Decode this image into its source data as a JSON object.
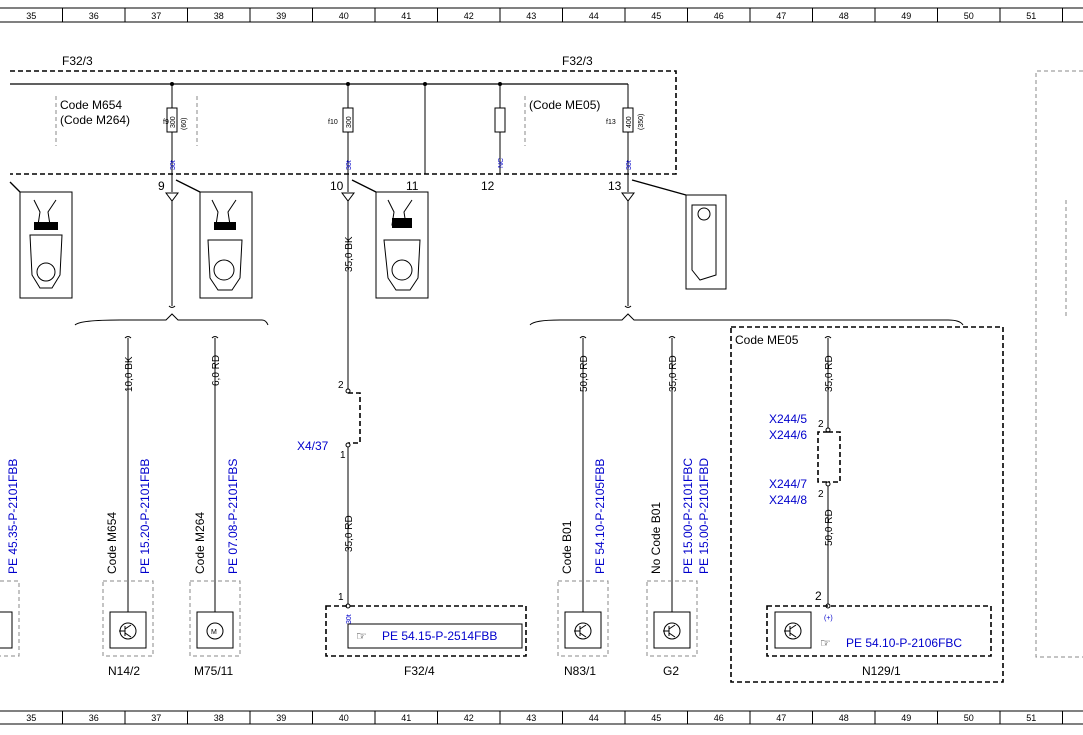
{
  "ruler": [
    "35",
    "36",
    "37",
    "38",
    "39",
    "40",
    "41",
    "42",
    "43",
    "44",
    "45",
    "46",
    "47",
    "48",
    "49",
    "50",
    "51"
  ],
  "fuse_box": {
    "label_left": "F32/3",
    "label_right": "F32/3",
    "code_left_1": "Code M654",
    "code_left_2": "(Code M264)",
    "code_right": "(Code ME05)"
  },
  "fuses": [
    {
      "name": "f9",
      "rating": "300",
      "alt": "(60)",
      "term": "30t"
    },
    {
      "name": "f10",
      "rating": "300",
      "term": "30t"
    },
    {
      "name": "f13",
      "rating": "400",
      "alt": "(350)",
      "term": "30t"
    }
  ],
  "nc_label": "NC",
  "pins": [
    "9",
    "10",
    "11",
    "12",
    "13"
  ],
  "wires": {
    "w10": "35,0 BK",
    "n14": "10,0 BK",
    "m75": "6,0 RD",
    "f32_4": "35,0 RD",
    "n83": "50,0 RD",
    "g2": "35,0 RD",
    "n129_top": "35,0 RD",
    "n129_bot": "50,0 RD"
  },
  "connectors": {
    "x4_37": "X4/37",
    "x244_5": "X244/5",
    "x244_6": "X244/6",
    "x244_7": "X244/7",
    "x244_8": "X244/8",
    "pin1": "1",
    "pin2": "2"
  },
  "code_me05": "Code ME05",
  "refs": {
    "left_edge": "PE 45.35-P-2101FBB",
    "n14": "PE 15.20-P-2101FBB",
    "m75": "PE 07.08-P-2101FBS",
    "f32_4": "PE 54.15-P-2514FBB",
    "n83": "PE 54.10-P-2105FBB",
    "g2_a": "PE 15.00-P-2101FBC",
    "g2_b": "PE 15.00-P-2101FBD",
    "n129": "PE 54.10-P-2106FBC"
  },
  "codes": {
    "n14": "Code M654",
    "m75": "Code M264",
    "n83": "Code B01",
    "g2": "No Code B01"
  },
  "components": {
    "n14": "N14/2",
    "m75": "M75/11",
    "f32_4": "F32/4",
    "n83": "N83/1",
    "g2": "G2",
    "n129": "N129/1"
  },
  "terminals": {
    "f32_4": "30t",
    "n129": "(+)"
  }
}
